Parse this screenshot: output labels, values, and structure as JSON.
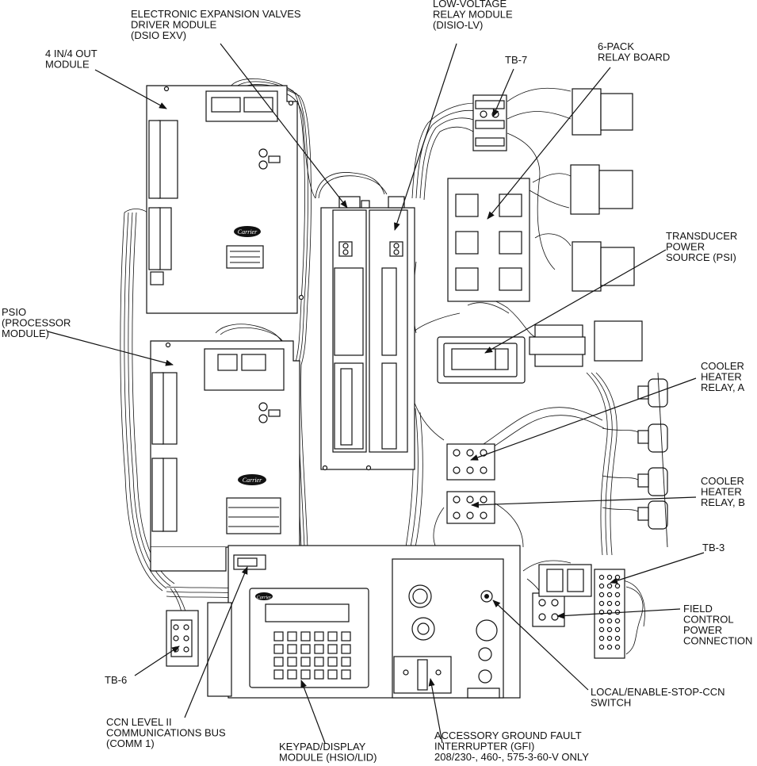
{
  "callouts": [
    {
      "id": "exv",
      "lines": [
        "ELECTRONIC EXPANSION VALVES",
        "DRIVER MODULE",
        "(DSIO EXV)"
      ]
    },
    {
      "id": "lv",
      "lines": [
        "LOW-VOLTAGE",
        "RELAY MODULE",
        "(DISIO-LV)"
      ]
    },
    {
      "id": "io",
      "lines": [
        "4 IN/4 OUT",
        "MODULE"
      ]
    },
    {
      "id": "tb7",
      "lines": [
        "TB-7"
      ]
    },
    {
      "id": "sixpack",
      "lines": [
        "6-PACK",
        "RELAY BOARD"
      ]
    },
    {
      "id": "transducer",
      "lines": [
        "TRANSDUCER",
        "POWER",
        "SOURCE (PSI)"
      ]
    },
    {
      "id": "psio",
      "lines": [
        "PSIO",
        "(PROCESSOR",
        "MODULE)"
      ]
    },
    {
      "id": "heaterA",
      "lines": [
        "COOLER",
        "HEATER",
        "RELAY, A"
      ]
    },
    {
      "id": "heaterB",
      "lines": [
        "COOLER",
        "HEATER",
        "RELAY, B"
      ]
    },
    {
      "id": "tb3",
      "lines": [
        "TB-3"
      ]
    },
    {
      "id": "field",
      "lines": [
        "FIELD",
        "CONTROL",
        "POWER",
        "CONNECTION"
      ]
    },
    {
      "id": "tb6",
      "lines": [
        "TB-6"
      ]
    },
    {
      "id": "ccn",
      "lines": [
        "CCN LEVEL II",
        "COMMUNICATIONS BUS",
        "(COMM 1)"
      ]
    },
    {
      "id": "keypad",
      "lines": [
        "KEYPAD/DISPLAY",
        "MODULE (HSIO/LID)"
      ]
    },
    {
      "id": "gfi",
      "lines": [
        "ACCESSORY GROUND FAULT",
        "INTERRUPTER (GFI)",
        "208/230-, 460-, 575-3-60-V ONLY"
      ]
    },
    {
      "id": "switch",
      "lines": [
        "LOCAL/ENABLE-STOP-CCN",
        "SWITCH"
      ]
    }
  ],
  "brand": "Carrier"
}
